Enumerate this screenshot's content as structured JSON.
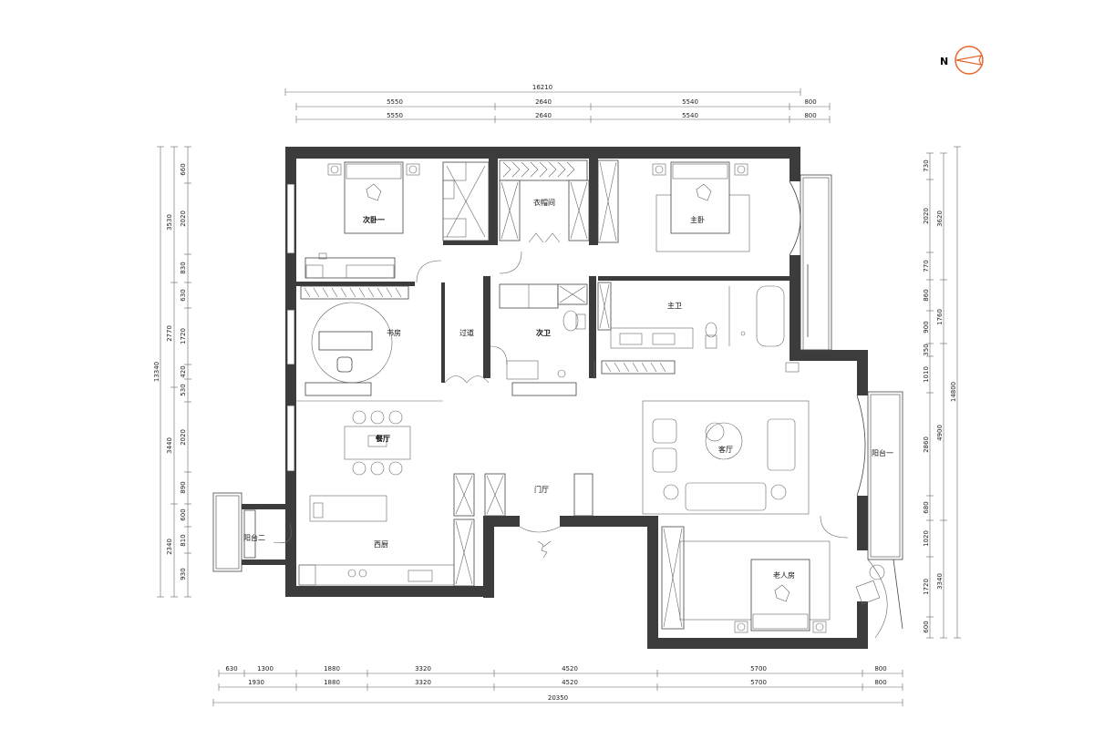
{
  "compass": {
    "label": "N",
    "color": "#e8652b"
  },
  "colors": {
    "wall": "#3c3c3c"
  },
  "dims": {
    "top_total": "16210",
    "top_row1": [
      "5550",
      "2640",
      "5540",
      "800"
    ],
    "top_row2": [
      "5550",
      "2640",
      "5540",
      "800"
    ],
    "bottom_row1": [
      "630",
      "1300",
      "1880",
      "3320",
      "4520",
      "5700",
      "800"
    ],
    "bottom_row2": [
      "1930",
      "1880",
      "3320",
      "4520",
      "5700",
      "800"
    ],
    "bottom_total": "20350",
    "left_outer": "13340",
    "left_mid": [
      "3530",
      "2770",
      "3440",
      "2340"
    ],
    "left_inner": [
      "660",
      "2020",
      "830",
      "630",
      "1720",
      "420",
      "530",
      "2020",
      "890",
      "600",
      "810",
      "930"
    ],
    "right_inner": [
      "730",
      "2020",
      "770",
      "860",
      "900",
      "350",
      "1010",
      "2860",
      "680",
      "1020",
      "1720",
      "600"
    ],
    "right_mid": [
      "3620",
      "1760",
      "4900",
      "3340"
    ],
    "right_outer": "14800"
  },
  "rooms": {
    "bedroom2": "次卧一",
    "walkin": "衣帽间",
    "master": "主卧",
    "study": "书房",
    "corridor": "过道",
    "bath2": "次卫",
    "masterbath": "主卫",
    "dining": "餐厅",
    "living": "客厅",
    "balcony1": "阳台一",
    "foyer": "门厅",
    "kitchen": "西厨",
    "balcony2": "阳台二",
    "elder": "老人房"
  }
}
